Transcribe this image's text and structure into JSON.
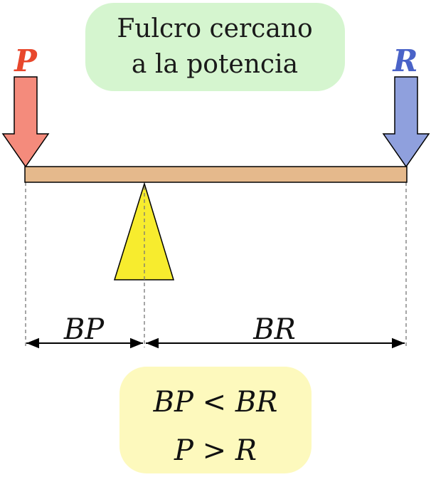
{
  "title": {
    "line1": "Fulcro cercano",
    "line2": "a la potencia"
  },
  "forces": {
    "power": {
      "label": "P",
      "color": "#e8472c",
      "fill": "#f48b7c"
    },
    "resistance": {
      "label": "R",
      "color": "#4a63c8",
      "fill": "#8fa0dd"
    }
  },
  "distances": {
    "power_arm": "BP",
    "resistance_arm": "BR"
  },
  "relations": {
    "line1": "BP < BR",
    "line2": "P > R"
  },
  "colors": {
    "title_box": "#d5f5cf",
    "relation_box": "#fdf9bd",
    "beam": "#e5b98c",
    "fulcrum": "#f7ec2e"
  }
}
